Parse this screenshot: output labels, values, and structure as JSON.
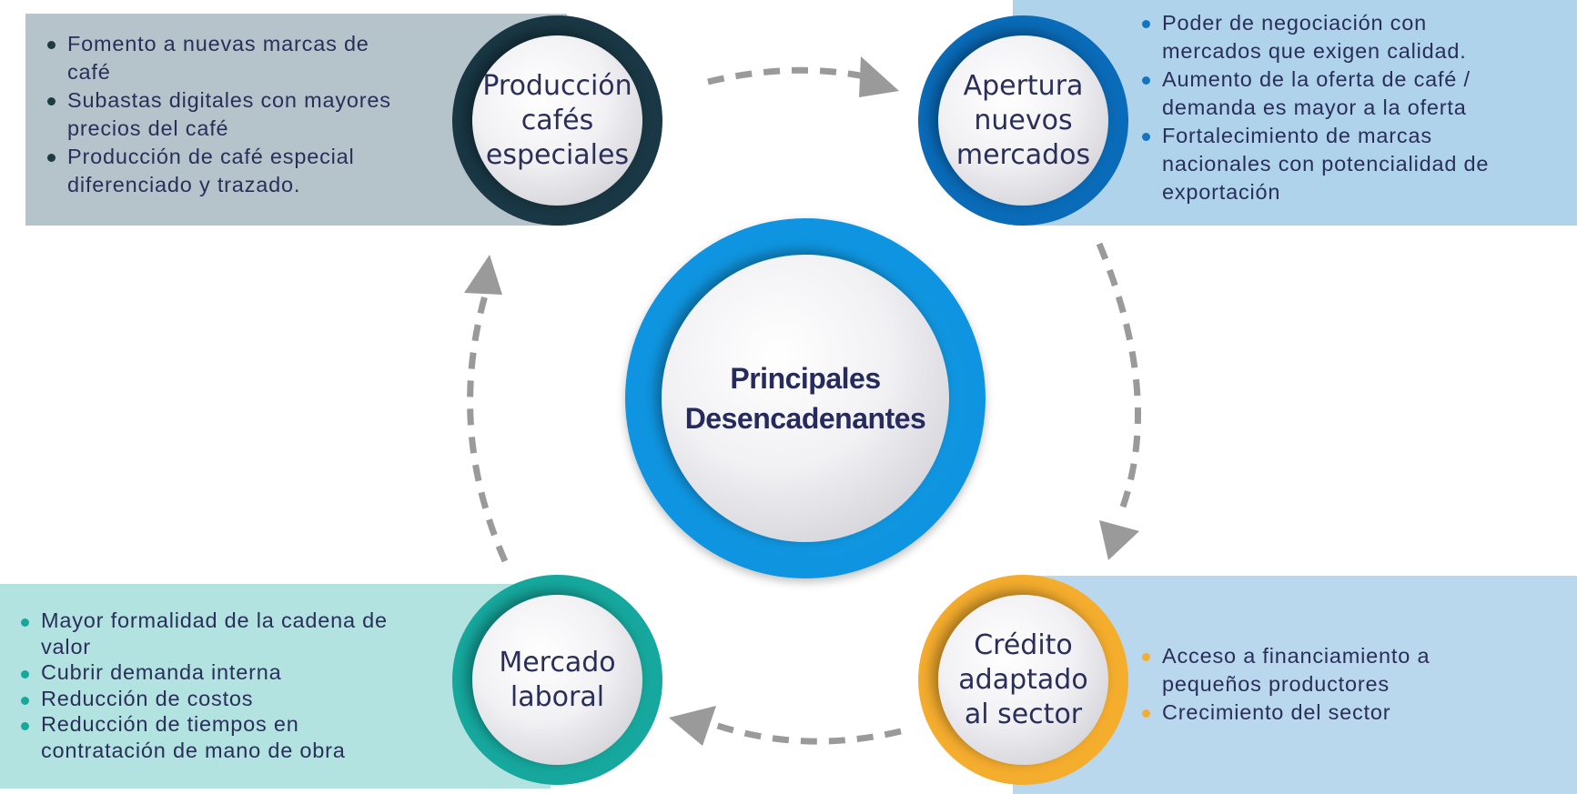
{
  "center": {
    "line1": "Principales",
    "line2": "Desencadenantes"
  },
  "nodes": {
    "top_left": {
      "lines": [
        "Producción",
        "cafés",
        "especiales"
      ],
      "bullets": [
        [
          "Fomento a nuevas marcas de",
          "café"
        ],
        [
          "Subastas digitales con mayores",
          "precios del café"
        ],
        [
          "Producción de café especial",
          "diferenciado y trazado."
        ]
      ]
    },
    "top_right": {
      "lines": [
        "Apertura",
        "nuevos",
        "mercados"
      ],
      "bullets": [
        [
          "Poder de negociación con",
          "mercados que exigen calidad."
        ],
        [
          "Aumento de la oferta de café /",
          "demanda es mayor a la oferta"
        ],
        [
          "Fortalecimiento de marcas",
          "nacionales con potencialidad de",
          "exportación"
        ]
      ]
    },
    "bottom_right": {
      "lines": [
        "Crédito",
        "adaptado",
        "al sector"
      ],
      "bullets": [
        [
          "Acceso a financiamiento a",
          "pequeños productores"
        ],
        [
          "Crecimiento del sector"
        ]
      ]
    },
    "bottom_left": {
      "lines": [
        "Mercado",
        "laboral"
      ],
      "bullets": [
        [
          "Mayor formalidad de la cadena de",
          "valor"
        ],
        [
          "Cubrir demanda interna"
        ],
        [
          "Reducción de costos"
        ],
        [
          "Reducción de tiempos en",
          "contratación de mano de obra"
        ]
      ]
    }
  },
  "colors": {
    "top_left_ring": "#193744",
    "top_right_ring": "#0a6bb8",
    "bottom_right_ring": "#f5ad2e",
    "bottom_left_ring": "#16a89e",
    "center_ring": "#0e94e0",
    "arrow": "#9a9a9a"
  }
}
